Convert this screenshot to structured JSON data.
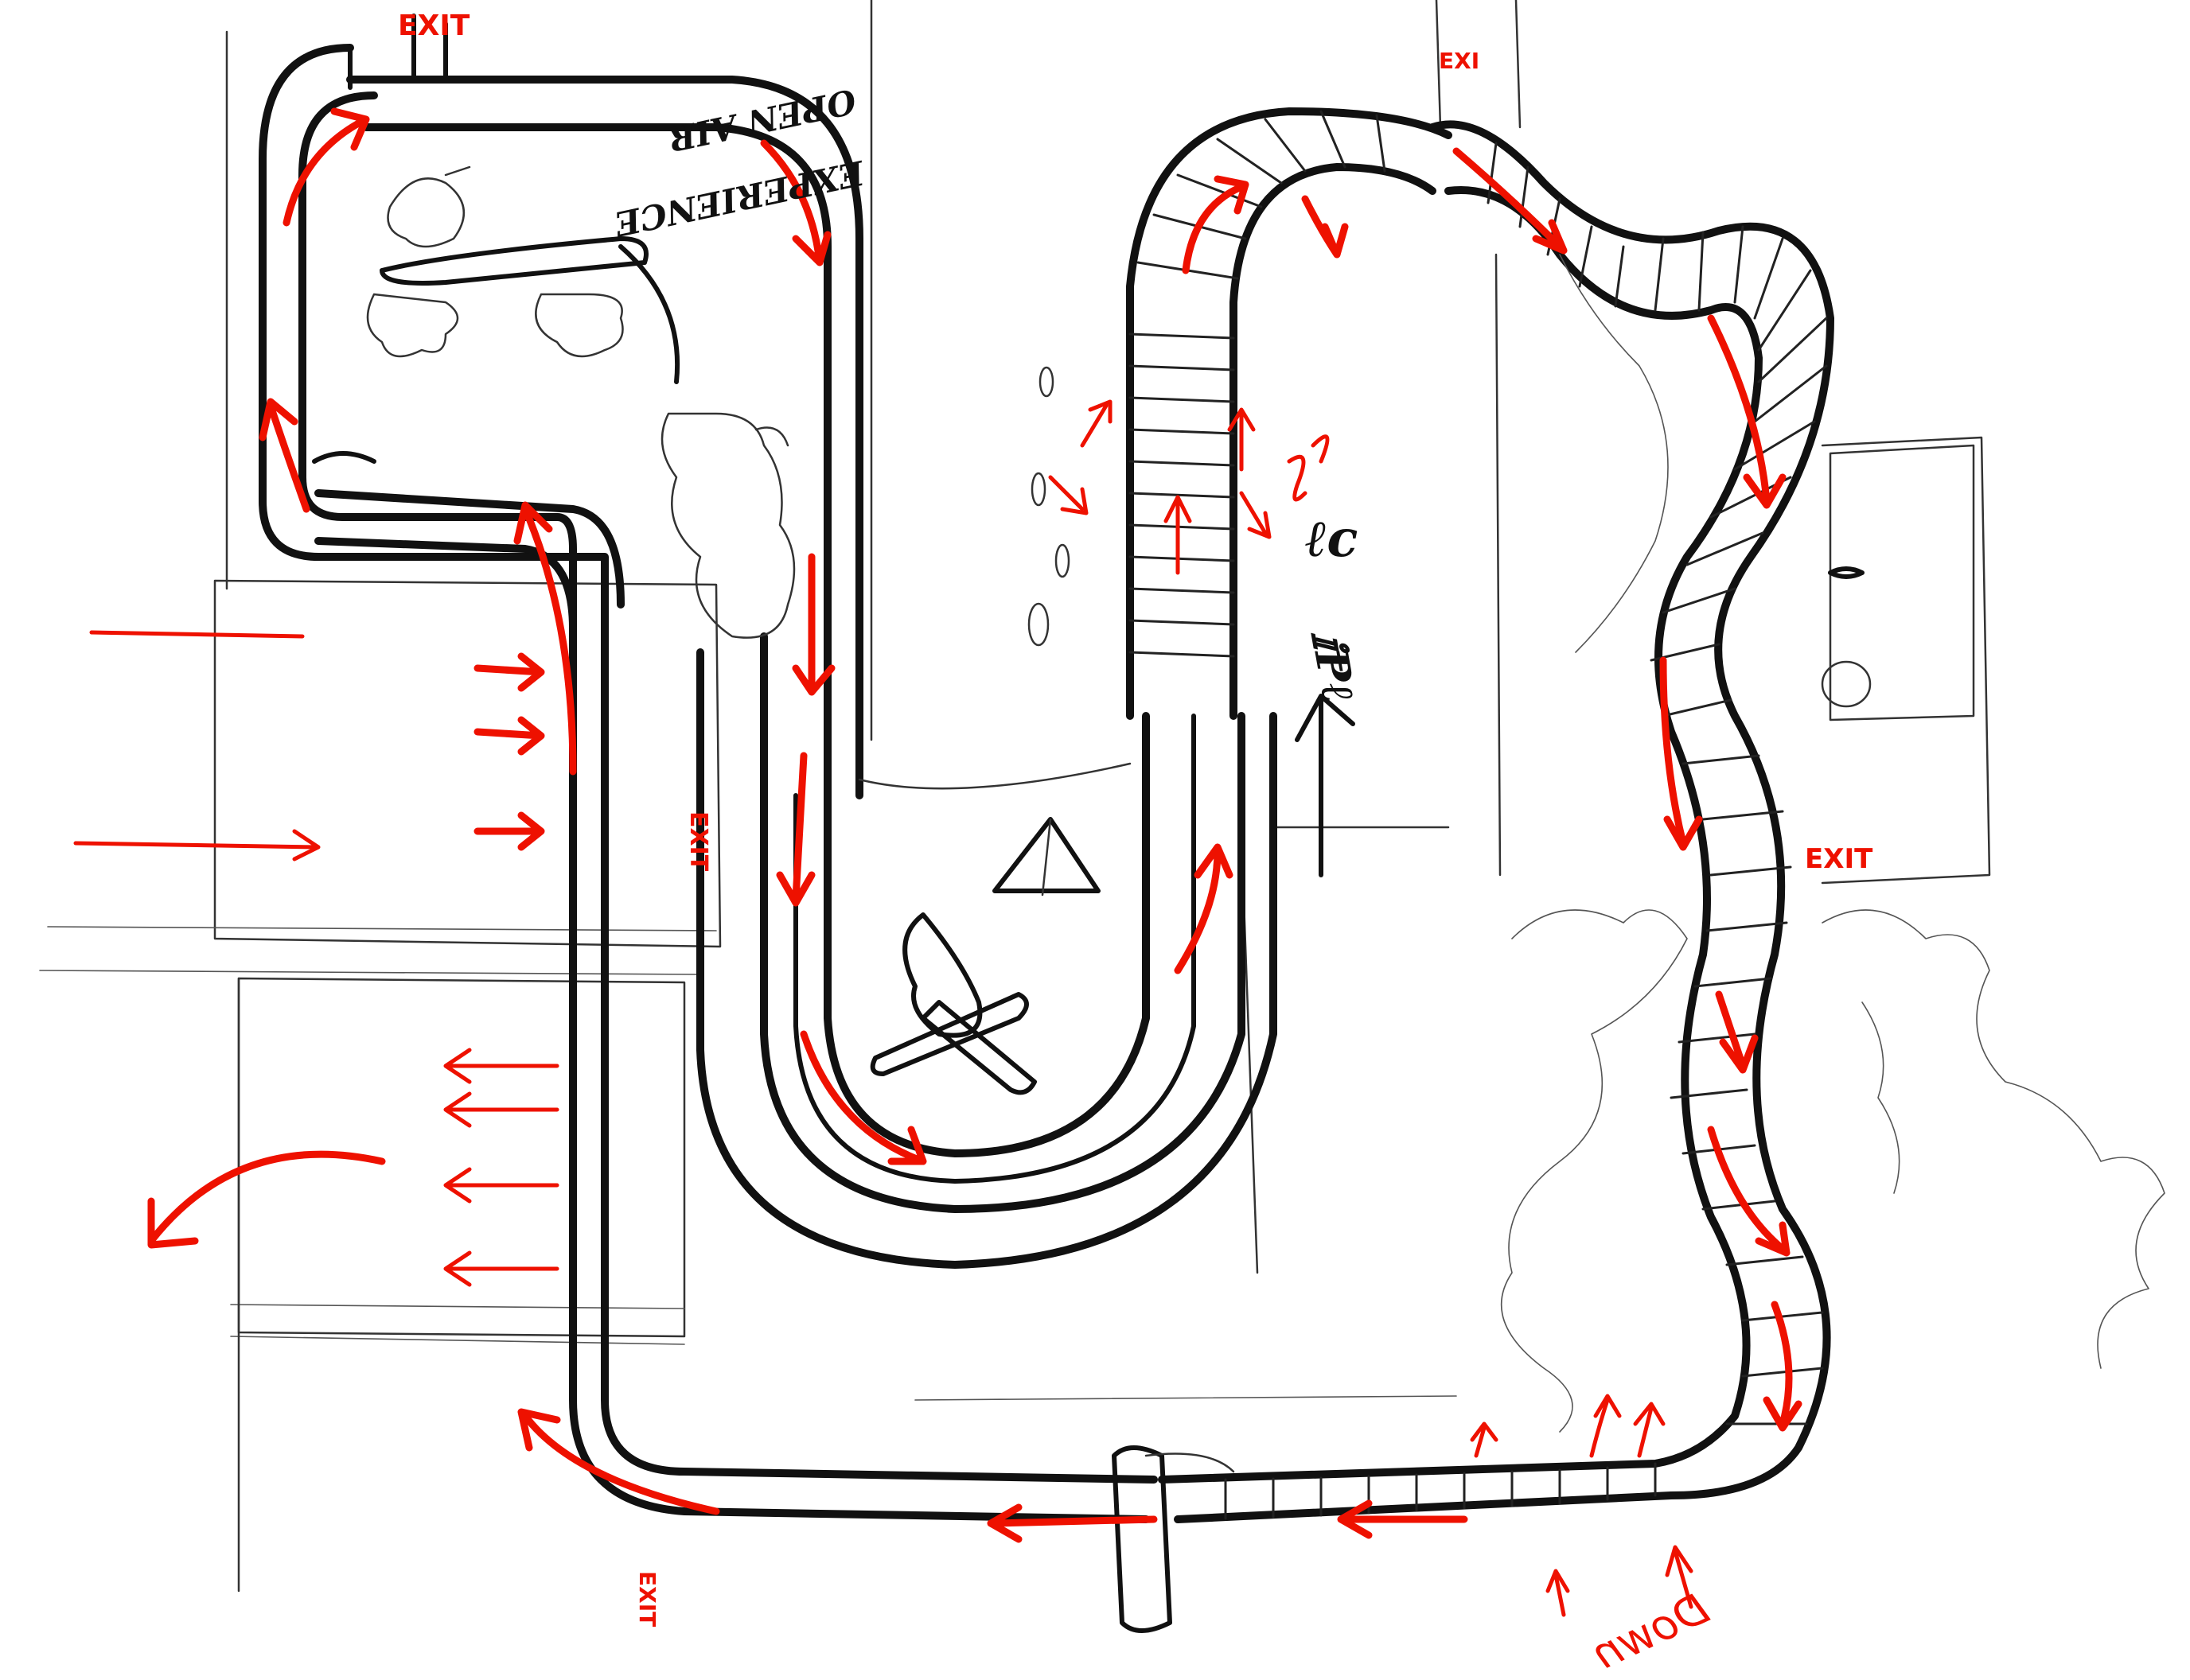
{
  "diagram": {
    "type": "hand-drawn theme-park queue / ride path sketch",
    "colors": {
      "pencil": "#111111",
      "annotation": "#ee1100",
      "background": "#ffffff"
    },
    "labels": {
      "exit_top_left": "EXIT",
      "exit_top_right": "EXI",
      "exit_right": "EXIT",
      "exit_middle_vertical": "EXIT",
      "exit_bottom_vertical": "EXIT",
      "open_air_note": "OPEN AIR EXPERIENCE (mirrored)",
      "open_air_line1": "OPEN AIR",
      "open_air_line2": "EXPERIENCE",
      "down_note": "Down",
      "elevation_glyph_1": "ℓc",
      "elevation_glyph_2": "ⅈⱣℓ",
      "red_squiggle": "ℓc",
      "pen_signature": "signature scribble"
    },
    "scene_elements": [
      {
        "name": "campfire",
        "kind": "illustration"
      },
      {
        "name": "tent",
        "kind": "illustration"
      },
      {
        "name": "tree-branch-with-character",
        "kind": "illustration"
      },
      {
        "name": "bushes",
        "kind": "illustration"
      },
      {
        "name": "foliage-right",
        "kind": "illustration"
      },
      {
        "name": "bridge-log",
        "kind": "illustration"
      },
      {
        "name": "bench-sign-right",
        "kind": "illustration"
      }
    ],
    "flow_direction_notes": [
      "Entry arrows from left pointing right into queue",
      "Track loops up-left then top, down center U-bend",
      "Staircase section climbs up middle, crests, descends right serpentine",
      "Bottom return path flows left toward exit",
      "Exit arrows on left pointing outward"
    ]
  }
}
